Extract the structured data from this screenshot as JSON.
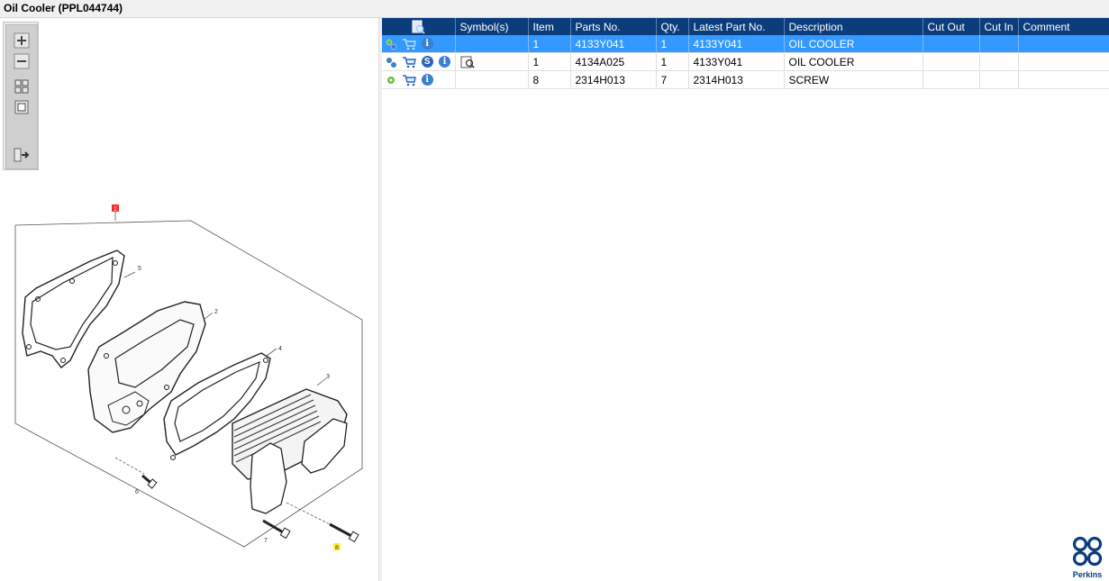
{
  "window": {
    "title": "Oil Cooler (PPL044744)"
  },
  "toolbar": {
    "buttons": [
      {
        "icon": "zoom-in-icon"
      },
      {
        "icon": "zoom-out-icon"
      },
      {
        "icon": "fit-all-icon"
      },
      {
        "icon": "fit-window-icon"
      },
      {
        "icon": "expand-panel-icon"
      }
    ]
  },
  "diagram": {
    "callouts": [
      "1",
      "2",
      "3",
      "4",
      "5",
      "6",
      "7",
      "8"
    ],
    "highlight_color": "#ffef3a",
    "selected_color": "#ff2a2a"
  },
  "table": {
    "headers": [
      "",
      "Symbol(s)",
      "Item",
      "Parts No.",
      "Qty.",
      "Latest Part No.",
      "Description",
      "Cut Out",
      "Cut In",
      "Comment"
    ],
    "rows": [
      {
        "item": "1",
        "part_no": "4133Y041",
        "qty": "1",
        "latest_part_no": "4133Y041",
        "description": "OIL COOLER",
        "cut_out": "",
        "cut_in": "",
        "comment": "",
        "selected": true
      },
      {
        "item": "1",
        "part_no": "4134A025",
        "qty": "1",
        "latest_part_no": "4133Y041",
        "description": "OIL COOLER",
        "cut_out": "",
        "cut_in": "",
        "comment": "",
        "selected": false
      },
      {
        "item": "8",
        "part_no": "2314H013",
        "qty": "7",
        "latest_part_no": "2314H013",
        "description": "SCREW",
        "cut_out": "",
        "cut_in": "",
        "comment": "",
        "selected": false
      }
    ]
  },
  "colors": {
    "header_bg": "#0b3d7d",
    "selected_row": "#3399ff"
  },
  "logo": {
    "brand": "Perkins"
  }
}
